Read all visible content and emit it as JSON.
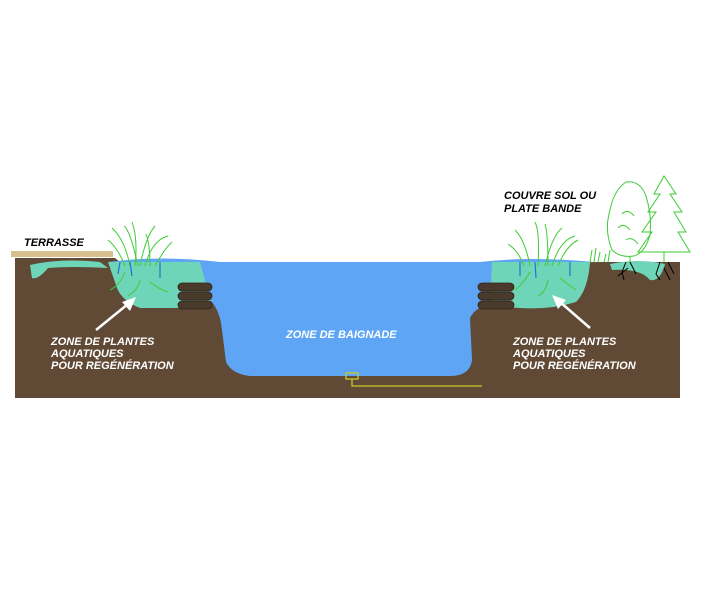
{
  "labels": {
    "terrace": "TERRASSE",
    "ground_cover_line1": "COUVRE SOL OU",
    "ground_cover_line2": "PLATE BANDE",
    "swim_zone": "ZONE DE BAIGNADE",
    "plant_zone_left": [
      "ZONE DE PLANTES",
      "AQUATIQUES",
      "POUR REGÉNÉRATION"
    ],
    "plant_zone_right": [
      "ZONE DE PLANTES",
      "AQUATIQUES",
      "POUR REGÉNÉRATION"
    ]
  },
  "colors": {
    "soil": "#604a35",
    "swim_water": "#5ea6f5",
    "plant_water": "#6fd5b8",
    "terrace": "#d8bf8f",
    "plants": "#3dcc34",
    "pipe": "#c8cc2a",
    "stones": "#4a3a2c"
  }
}
